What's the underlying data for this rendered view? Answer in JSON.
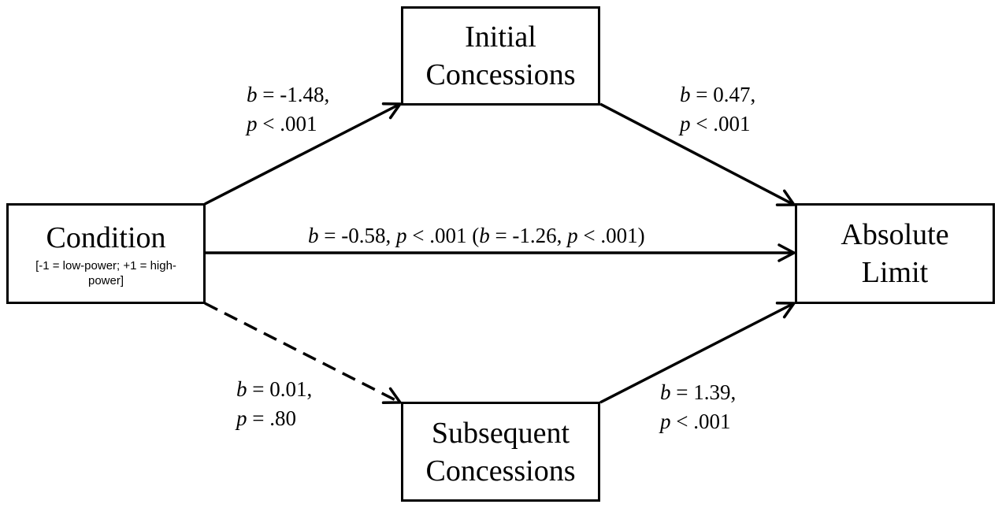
{
  "nodes": {
    "condition": {
      "title": "Condition",
      "sub_line1": "[-1 = low-power; +1 = high-",
      "sub_line2": "power]"
    },
    "initial": {
      "line1": "Initial",
      "line2": "Concessions"
    },
    "subsequent": {
      "line1": "Subsequent",
      "line2": "Concessions"
    },
    "absolute": {
      "line1": "Absolute",
      "line2": "Limit"
    }
  },
  "paths": {
    "a1": {
      "b_sym": "b",
      "b_text": " = -1.48,",
      "p_sym": "p",
      "p_text": " < .001"
    },
    "b1": {
      "b_sym": "b",
      "b_text": " = 0.47,",
      "p_sym": "p",
      "p_text": " < .001"
    },
    "a2": {
      "b_sym": "b",
      "b_text": " = 0.01,",
      "p_sym": "p",
      "p_text": " = .80"
    },
    "b2": {
      "b_sym": "b",
      "b_text": " = 1.39,",
      "p_sym": "p",
      "p_text": " < .001"
    },
    "direct": {
      "b_sym": "b",
      "b_text": " = -0.58, ",
      "p_sym": "p",
      "p_text": " < .001 (",
      "b2_sym": "b",
      "b2_text": " = -1.26, ",
      "p2_sym": "p",
      "p2_text": " < .001)"
    }
  },
  "colors": {
    "stroke": "#000000",
    "background": "#ffffff"
  }
}
